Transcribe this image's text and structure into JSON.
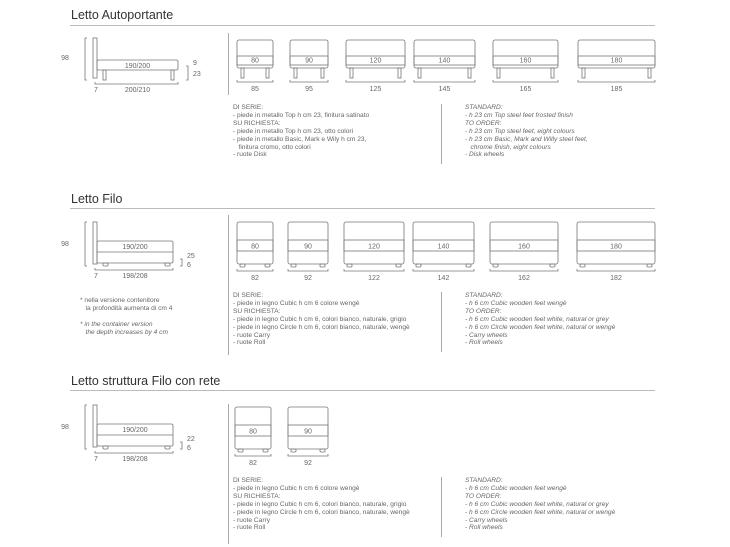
{
  "sections": [
    {
      "title": "Letto Autoportante",
      "side": {
        "height": "98",
        "mattress": "190/200",
        "dims_right": [
          "9",
          "23"
        ],
        "offset": "7",
        "length": "200/210"
      },
      "front_style": "legs",
      "fronts": [
        {
          "mattress": "80",
          "width": "85"
        },
        {
          "mattress": "90",
          "width": "95"
        },
        {
          "mattress": "120",
          "width": "125"
        },
        {
          "mattress": "140",
          "width": "145"
        },
        {
          "mattress": "160",
          "width": "165"
        },
        {
          "mattress": "180",
          "width": "185"
        }
      ],
      "notes_it": [],
      "notes_en": [],
      "spec_it": [
        "DI SERIE:",
        "- piede in metallo Top h cm 23, finitura satinato",
        "SU RICHIESTA:",
        "- piede in metallo Top h cm 23, otto colori",
        "- piede in metallo Basic, Mark e Wily h cm 23,",
        "  finitura cromo, otto colori",
        "- ruote Disk"
      ],
      "spec_en": [
        "STANDARD:",
        "- h 23 cm Top steel feet frosted finish",
        "TO ORDER:",
        "- h 23 cm Top steel feet, eight colours",
        "- h 23 cm Basic, Mark and Willy steel feet,",
        "  chrome finish, eight colours",
        "- Disk wheels"
      ]
    },
    {
      "title": "Letto Filo",
      "side": {
        "height": "98",
        "mattress": "190/200",
        "dims_right": [
          "25",
          "6"
        ],
        "offset": "7",
        "length": "198/208"
      },
      "front_style": "feet",
      "fronts": [
        {
          "mattress": "80",
          "width": "82"
        },
        {
          "mattress": "90",
          "width": "92"
        },
        {
          "mattress": "120",
          "width": "122"
        },
        {
          "mattress": "140",
          "width": "142"
        },
        {
          "mattress": "160",
          "width": "162"
        },
        {
          "mattress": "180",
          "width": "182"
        }
      ],
      "notes_it": [
        "* nella versione contenitore",
        "  la profondità aumenta di cm 4"
      ],
      "notes_en": [
        "* in the container version",
        "  the depth increases by 4 cm"
      ],
      "spec_it": [
        "DI SERIE:",
        "- piede in legno Cubic h cm 6 colore wengè",
        "SU RICHIESTA:",
        "- piede in legno Cubic h cm 6, colori bianco, naturale, grigio",
        "- piede in legno Circle h cm 6, colori bianco, naturale, wengè",
        "- ruote Carry",
        "- ruote Roll"
      ],
      "spec_en": [
        "STANDARD:",
        "- h 6 cm Cubic wooden feet wengè",
        "TO ORDER:",
        "- h 6 cm Cubic wooden feet white, natural or grey",
        "- h 6 cm Circle wooden feet white, natural or wengè",
        "- Carry wheels",
        "- Roll wheels"
      ]
    },
    {
      "title": "Letto struttura Filo con rete",
      "side": {
        "height": "98",
        "mattress": "190/200",
        "dims_right": [
          "22",
          "6"
        ],
        "offset": "7",
        "length": "198/208"
      },
      "front_style": "feet",
      "fronts": [
        {
          "mattress": "80",
          "width": "82"
        },
        {
          "mattress": "90",
          "width": "92"
        }
      ],
      "notes_it": [],
      "notes_en": [],
      "spec_it": [
        "DI SERIE:",
        "- piede in legno Cubic h cm 6 colore wengè",
        "SU RICHIESTA:",
        "- piede in legno Cubic h cm 6, colori bianco, naturale, grigio",
        "- piede in legno Circle h cm 6, colori bianco, naturale, wengè",
        "- ruote Carry",
        "- ruote Roll"
      ],
      "spec_en": [
        "STANDARD:",
        "- h 6 cm Cubic wooden feet wengè",
        "TO ORDER:",
        "- h 6 cm Cubic wooden feet white, natural or grey",
        "- h 6 cm Circle wooden feet white, natural or wengè",
        "- Carry wheels",
        "- Roll wheels"
      ]
    }
  ]
}
